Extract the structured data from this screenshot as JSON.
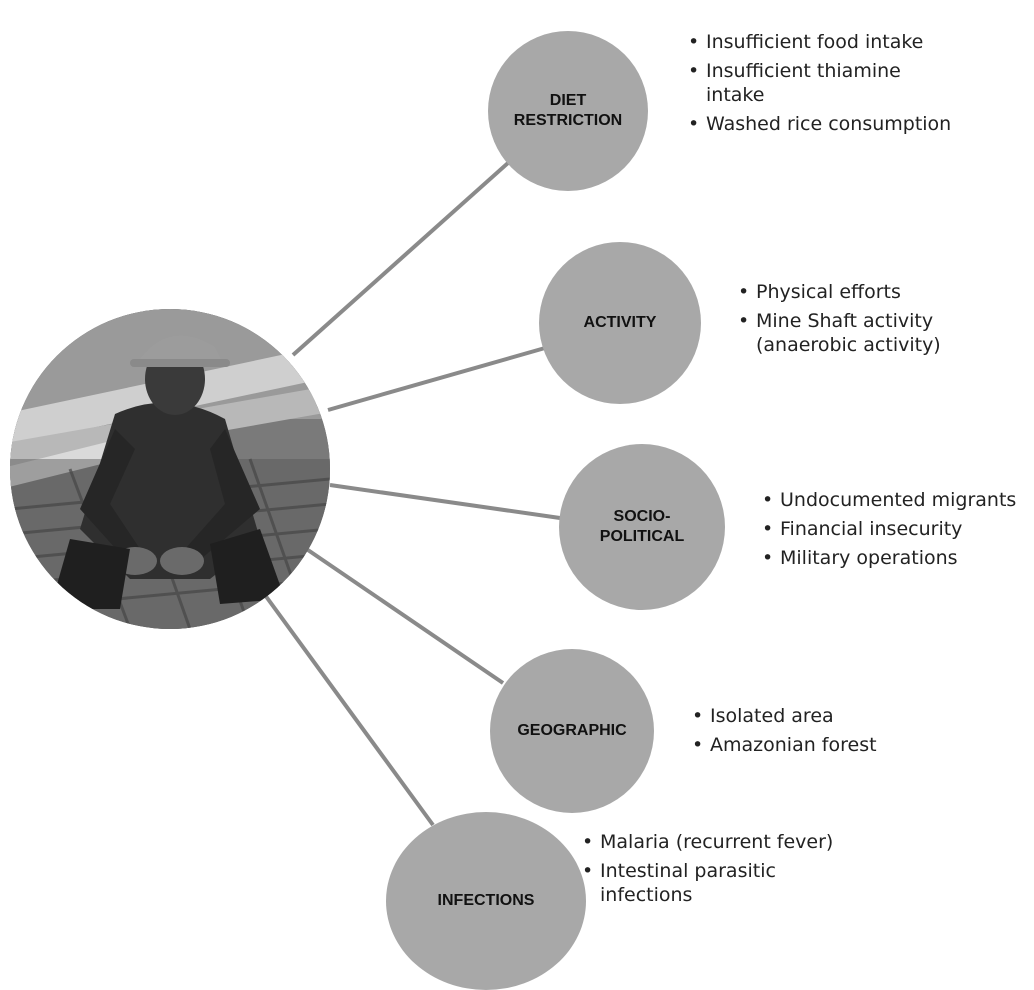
{
  "photo": {
    "description_icon": "miner-photo-icon"
  },
  "nodes": [
    {
      "id": "diet",
      "label": "DIET RESTRICTION",
      "items": [
        "Insufficient food intake",
        "Insufficient thiamine intake",
        "Washed rice consumption"
      ]
    },
    {
      "id": "activity",
      "label": "ACTIVITY",
      "items": [
        "Physical efforts",
        "Mine Shaft activity (anaerobic activity)"
      ]
    },
    {
      "id": "socio",
      "label": "SOCIO-POLITICAL",
      "items": [
        "Undocumented migrants",
        "Financial insecurity",
        "Military operations"
      ]
    },
    {
      "id": "geographic",
      "label": "GEOGRAPHIC",
      "items": [
        "Isolated area",
        "Amazonian forest"
      ]
    },
    {
      "id": "infections",
      "label": "INFECTIONS",
      "items": [
        "Malaria (recurrent fever)",
        "Intestinal parasitic infections"
      ]
    }
  ],
  "colors": {
    "node_fill": "#a8a8a8",
    "connector": "#8a8a8a",
    "text": "#111111"
  }
}
